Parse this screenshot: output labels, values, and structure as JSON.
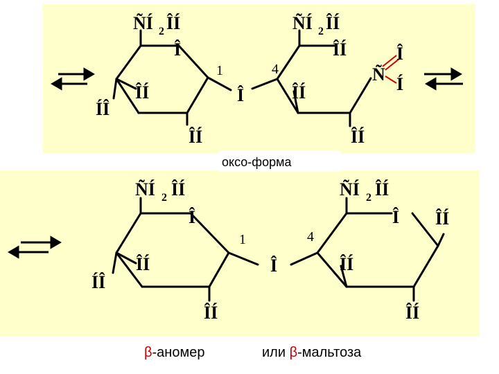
{
  "colors": {
    "panel": "#FFFFCC",
    "bond": "#000000",
    "highlight": "#CC0000"
  },
  "top": {
    "left_ring": {
      "ch2oh_a": "ÑÍ",
      "ch2oh_sub": "2",
      "ch2oh_b": "ÎÍ",
      "ring_o": "Î",
      "oh_left": "ÎÍ",
      "ho": "ÍÎ",
      "oh_bottom": "ÎÍ",
      "c1": "1"
    },
    "bridge_o": "Î",
    "right_chain": {
      "ch2oh_a": "ÑÍ",
      "ch2oh_sub": "2",
      "ch2oh_b": "ÎÍ",
      "oh_top": "ÎÍ",
      "c4": "4",
      "oh_mid": "ÎÍ",
      "oh_bottom": "ÎÍ",
      "cho_c": "Ñ",
      "cho_o": "Î",
      "cho_h": "Í"
    },
    "caption": "оксо-форма"
  },
  "bottom": {
    "left_ring": {
      "ch2oh_a": "ÑÍ",
      "ch2oh_sub": "2",
      "ch2oh_b": "ÎÍ",
      "ring_o": "Î",
      "oh_left": "ÎÍ",
      "ho": "ÍÎ",
      "oh_bottom": "ÎÍ",
      "c1": "1"
    },
    "bridge_o": "Î",
    "right_ring": {
      "ch2oh_a": "ÑÍ",
      "ch2oh_sub": "2",
      "ch2oh_b": "ÎÍ",
      "ring_o": "Î",
      "c4": "4",
      "oh_mid": "ÎÍ",
      "oh_bottom": "ÎÍ",
      "oh_anomeric": "ÎÍ"
    },
    "caption_beta1": "β",
    "caption_anomer": "-аномер",
    "caption_or": "или ",
    "caption_beta2": "β",
    "caption_maltose": "-мальтоза"
  }
}
